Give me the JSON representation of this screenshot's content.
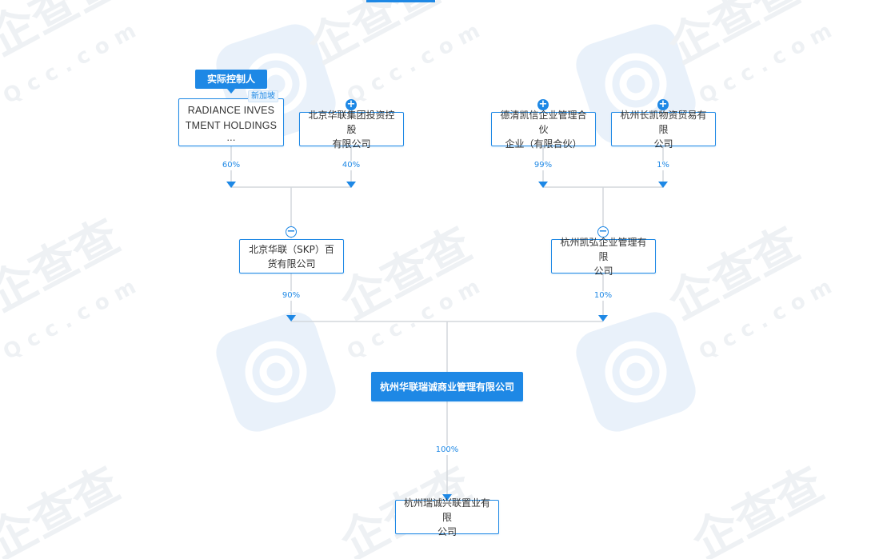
{
  "watermark": {
    "brand_text": "企查查",
    "domain_text": "Qcc.com"
  },
  "tag": {
    "label": "实际控制人",
    "badge": "新加坡"
  },
  "nodes": {
    "radiance": {
      "line1": "RADIANCE INVES",
      "line2": "TMENT HOLDINGS",
      "line3": "..."
    },
    "bj_group": {
      "line1": "北京华联集团投资控股",
      "line2": "有限公司"
    },
    "deqing": {
      "line1": "德清凯信企业管理合伙",
      "line2": "企业（有限合伙）"
    },
    "hz_changkai": {
      "line1": "杭州长凯物资贸易有限",
      "line2": "公司"
    },
    "bj_skp": {
      "line1": "北京华联（SKP）百",
      "line2": "货有限公司"
    },
    "hz_kaihong": {
      "line1": "杭州凯弘企业管理有限",
      "line2": "公司"
    },
    "main": {
      "line1": "杭州华联瑞诚商业管理有限公司"
    },
    "hz_ruicheng": {
      "line1": "杭州瑞诚兴联置业有限",
      "line2": "公司"
    }
  },
  "percents": {
    "radiance_to_skp": "60%",
    "group_to_skp": "40%",
    "deqing_to_kaihong": "99%",
    "changkai_to_kaihong": "1%",
    "skp_to_main": "90%",
    "kaihong_to_main": "10%",
    "main_to_ruicheng": "100%"
  },
  "colors": {
    "accent": "#1e88e5",
    "line": "#d3d7dc",
    "watermark": "#e9f1fa"
  }
}
